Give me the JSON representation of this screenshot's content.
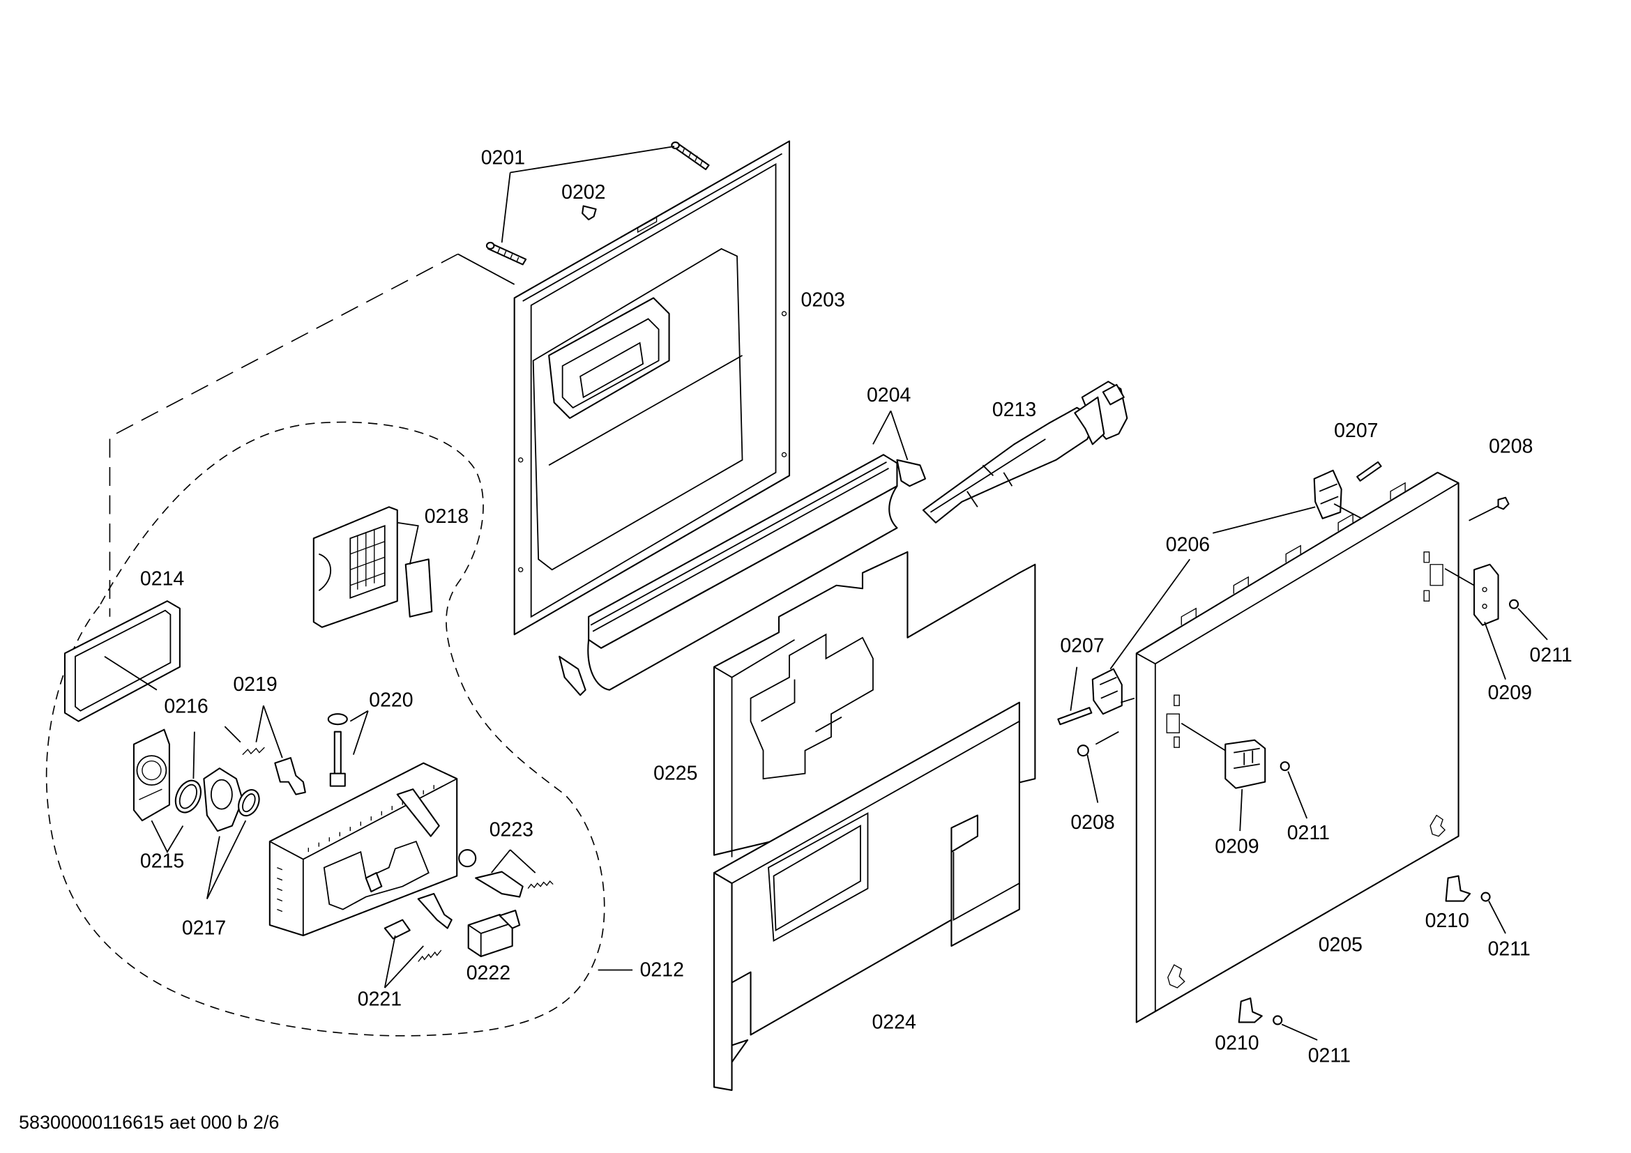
{
  "labels": {
    "p0201": "0201",
    "p0202": "0202",
    "p0203": "0203",
    "p0204": "0204",
    "p0205": "0205",
    "p0206": "0206",
    "p0207a": "0207",
    "p0207b": "0207",
    "p0208a": "0208",
    "p0208b": "0208",
    "p0209a": "0209",
    "p0209b": "0209",
    "p0210a": "0210",
    "p0210b": "0210",
    "p0211a": "0211",
    "p0211b": "0211",
    "p0211c": "0211",
    "p0211d": "0211",
    "p0212": "0212",
    "p0213": "0213",
    "p0214": "0214",
    "p0215": "0215",
    "p0216": "0216",
    "p0217": "0217",
    "p0218": "0218",
    "p0219": "0219",
    "p0220": "0220",
    "p0221": "0221",
    "p0222": "0222",
    "p0223": "0223",
    "p0224": "0224",
    "p0225": "0225"
  },
  "footer": "58300000116615 aet 000 b 2/6"
}
